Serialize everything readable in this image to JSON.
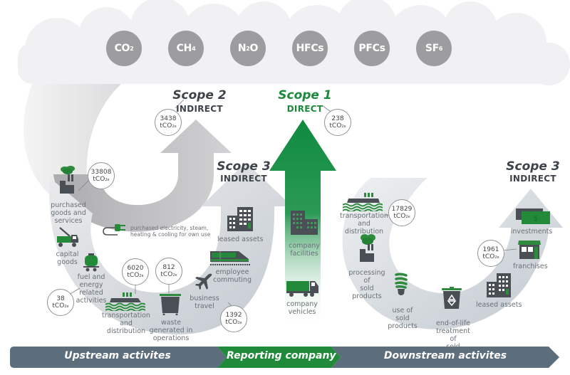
{
  "colors": {
    "green": "#1b8a3c",
    "dark_gray": "#3d4349",
    "slate": "#5c6e7c",
    "gas_circle": "#9d9d9f",
    "cloud": "#f1f1f3"
  },
  "gases": [
    {
      "base": "CO",
      "sub": "2"
    },
    {
      "base": "CH",
      "sub": "4"
    },
    {
      "base": "N",
      "sub": "2",
      "tail": "O"
    },
    {
      "base": "HFCs",
      "sub": ""
    },
    {
      "base": "PFCs",
      "sub": ""
    },
    {
      "base": "SF",
      "sub": "6"
    }
  ],
  "scopes": {
    "scope2": {
      "title": "Scope 2",
      "subtitle": "INDIRECT",
      "value": "3438",
      "unit": "tCO",
      "unit_sub": "2e"
    },
    "scope1": {
      "title": "Scope 1",
      "subtitle": "DIRECT",
      "value": "238",
      "unit": "tCO",
      "unit_sub": "2e"
    },
    "scope3_up": {
      "title": "Scope 3",
      "subtitle": "INDIRECT"
    },
    "scope3_down": {
      "title": "Scope 3",
      "subtitle": "INDIRECT"
    }
  },
  "scope2_item": {
    "label": "purchased electricity, steam,\nheating & cooling for own use",
    "icon": "plug-icon"
  },
  "scope1_items": [
    {
      "label": "company\nfacilities",
      "icon": "building-icon"
    },
    {
      "label": "company\nvehicles",
      "icon": "truck-icon"
    }
  ],
  "upstream_items": [
    {
      "label": "purchased\ngoods and\nservices",
      "icon": "factory-icon",
      "value": "33808",
      "unit": "tCO",
      "unit_sub": "2e"
    },
    {
      "label": "capital\ngoods",
      "icon": "crane-truck-icon"
    },
    {
      "label": "fuel and\nenergy related\nactivities",
      "icon": "fuel-tank-icon",
      "value": "38",
      "unit": "tCO",
      "unit_sub": "2e"
    },
    {
      "label": "transportation\nand distribution",
      "icon": "ship-icon",
      "value": "6020",
      "unit": "tCO",
      "unit_sub": "2e"
    },
    {
      "label": "waste\ngenerated in\noperations",
      "icon": "dumpster-icon",
      "value": "812",
      "unit": "tCO",
      "unit_sub": "2e"
    },
    {
      "label": "business\ntravel",
      "icon": "airplane-icon",
      "value": "1392",
      "unit": "tCO",
      "unit_sub": "2e"
    },
    {
      "label": "employee\ncommuting",
      "icon": "train-icon"
    },
    {
      "label": "leased assets",
      "icon": "building-icon"
    }
  ],
  "downstream_items": [
    {
      "label": "transportation\nand distribution",
      "icon": "ship-icon",
      "value": "17829",
      "unit": "tCO",
      "unit_sub": "2e"
    },
    {
      "label": "processing of\nsold products",
      "icon": "factory-icon"
    },
    {
      "label": "use of sold\nproducts",
      "icon": "lightbulb-icon"
    },
    {
      "label": "end-of-life\ntreatment of\nsold products",
      "icon": "recycle-bin-icon"
    },
    {
      "label": "leased assets",
      "icon": "building-icon"
    },
    {
      "label": "franchises",
      "icon": "storefront-icon",
      "value": "1961",
      "unit": "tCO",
      "unit_sub": "2e"
    },
    {
      "label": "investments",
      "icon": "money-icon"
    }
  ],
  "bottom_bar": {
    "upstream": "Upstream activites",
    "reporting": "Reporting company",
    "downstream": "Downstream activites"
  }
}
